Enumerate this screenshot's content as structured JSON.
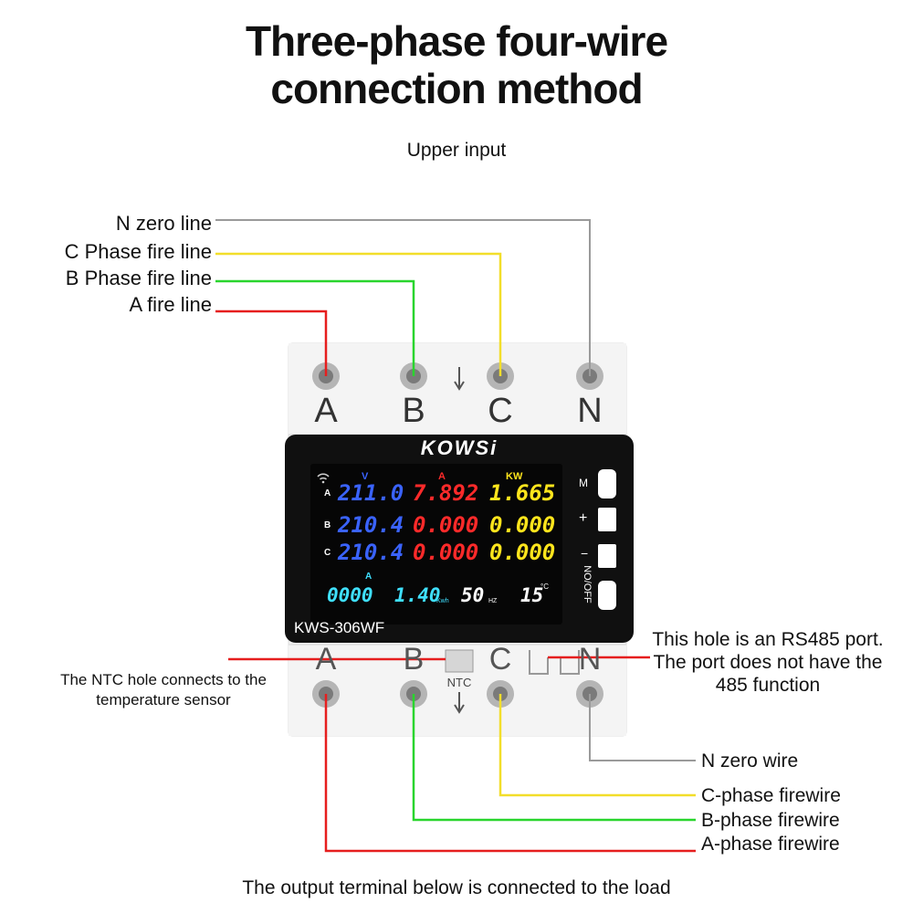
{
  "title": {
    "line1": "Three-phase four-wire",
    "line2": "connection method"
  },
  "upper_input": "Upper input",
  "input_labels": {
    "n": "N zero line",
    "c": "C Phase fire line",
    "b": "B Phase fire line",
    "a": "A fire line"
  },
  "terminal_letters_top": [
    "A",
    "B",
    "C",
    "N"
  ],
  "terminal_letters_bottom": [
    "A",
    "B",
    "C",
    "N"
  ],
  "device": {
    "brand": "KOWSi",
    "model": "KWS-306WF",
    "display": {
      "col_headers": {
        "v": "V",
        "a": "A",
        "kw": "KW"
      },
      "rows": [
        {
          "phase": "A",
          "voltage": "211.0",
          "current": "7.892",
          "power": "1.665"
        },
        {
          "phase": "B",
          "voltage": "210.4",
          "current": "0.000",
          "power": "0.000"
        },
        {
          "phase": "C",
          "voltage": "210.4",
          "current": "0.000",
          "power": "0.000"
        }
      ],
      "bottom": {
        "current_label": "A",
        "current": "0000",
        "energy": "1.40",
        "energy_unit": "Kwh",
        "frequency": "50",
        "frequency_unit": "HZ",
        "temperature": "15",
        "temperature_unit": "°C"
      }
    },
    "buttons": {
      "m": "M",
      "plus": "+",
      "minus": "−",
      "onoff": "NO/OFF"
    },
    "ntc_label": "NTC"
  },
  "notes": {
    "ntc": "The NTC hole connects to the temperature sensor",
    "rs485": "This hole is an RS485 port. The port does not have the 485 function"
  },
  "output_labels": {
    "n": "N zero wire",
    "c": "C-phase firewire",
    "b": "B-phase firewire",
    "a": "A-phase firewire"
  },
  "bottom_caption": "The output terminal below is connected to the load",
  "colors": {
    "n_wire": "#9a9a9a",
    "c_wire": "#f2de2a",
    "b_wire": "#29d52d",
    "a_wire": "#e61e1e",
    "seg_blue": "#3a63ff",
    "seg_red": "#ff2a2a",
    "seg_yellow": "#ffe51c",
    "seg_cyan": "#3fe0ff"
  }
}
